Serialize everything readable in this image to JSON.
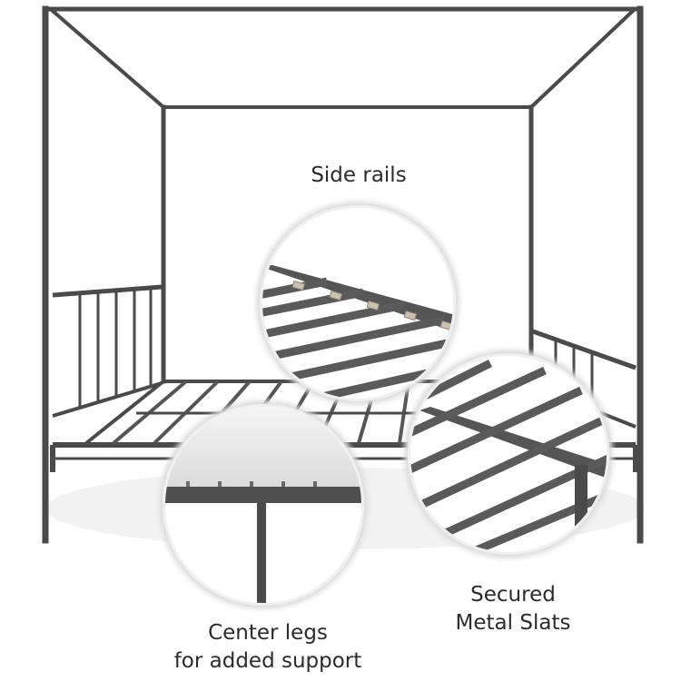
{
  "captions": {
    "side_rails": "Side rails",
    "secured_slats_line1": "Secured",
    "secured_slats_line2": "Metal Slats",
    "center_legs_line1": "Center legs",
    "center_legs_line2": "for added support"
  },
  "colors": {
    "frame": "#4a4a4a",
    "slat": "#5a5a5a",
    "background": "#ffffff",
    "caption_text": "#2b2b2b",
    "circle_border": "#eeeeee",
    "bracket": "#c9c2b0"
  }
}
